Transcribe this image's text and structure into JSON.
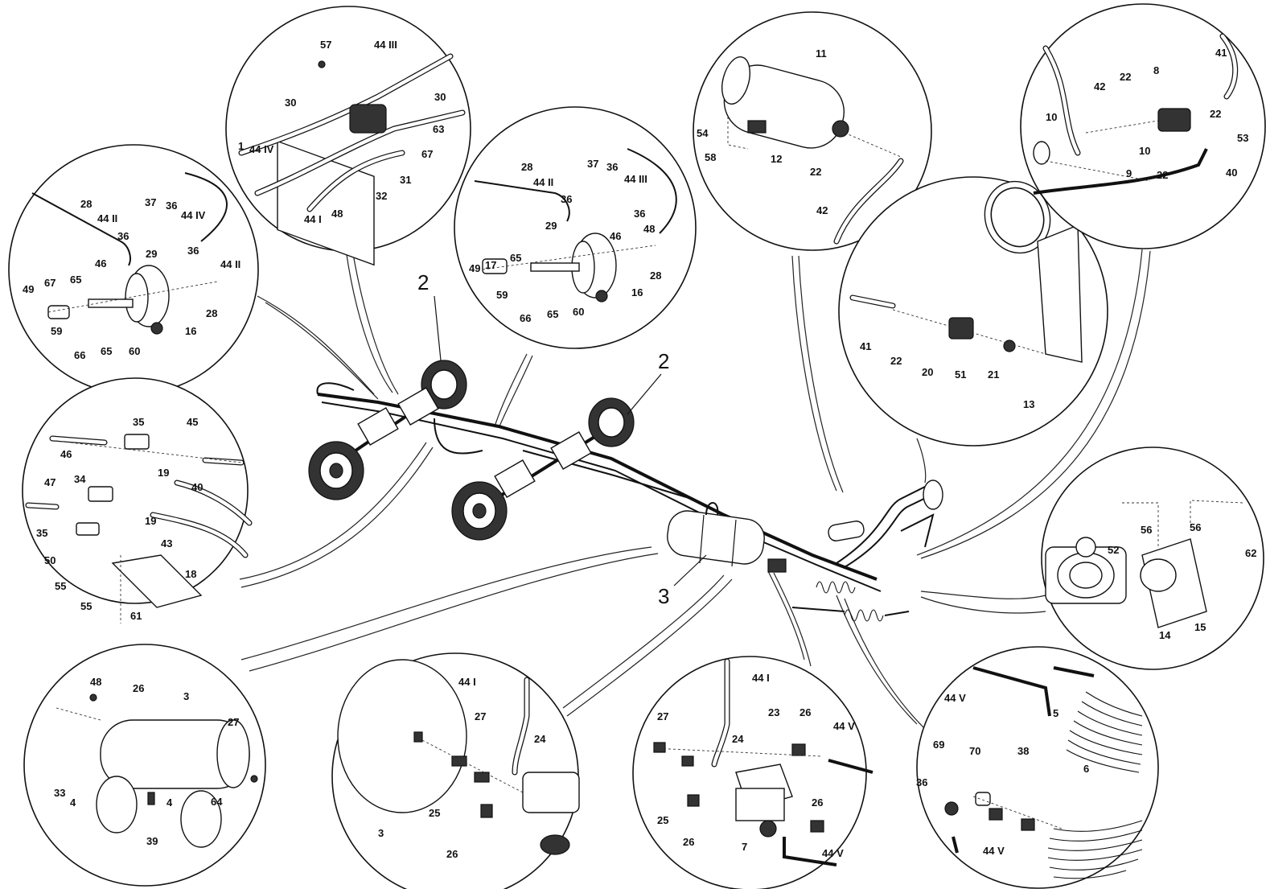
{
  "diagram": {
    "main_labels": [
      "2",
      "2",
      "3"
    ],
    "detail_views": [
      {
        "id": "brake-valve-top",
        "callouts": [
          "57",
          "44 III",
          "30",
          "63",
          "67",
          "31",
          "32",
          "48",
          "44 I",
          "44 IV",
          "30",
          "1"
        ]
      },
      {
        "id": "brake-chamber-left",
        "callouts": [
          "28",
          "37",
          "36",
          "44 IV",
          "44 II",
          "36",
          "36",
          "44 II",
          "46",
          "29",
          "49",
          "67",
          "65",
          "59",
          "66",
          "65",
          "60",
          "16",
          "28"
        ]
      },
      {
        "id": "brake-chamber-middle",
        "callouts": [
          "28",
          "37",
          "36",
          "44 III",
          "44 II",
          "36",
          "36",
          "46",
          "29",
          "48",
          "49",
          "17",
          "65",
          "59",
          "66",
          "65",
          "60",
          "16",
          "28"
        ]
      },
      {
        "id": "tee-fittings",
        "callouts": [
          "35",
          "45",
          "46",
          "19",
          "34",
          "40",
          "47",
          "35",
          "19",
          "43",
          "50",
          "55",
          "18",
          "55",
          "61"
        ]
      },
      {
        "id": "filter",
        "callouts": [
          "11",
          "54",
          "58",
          "12",
          "22",
          "42"
        ]
      },
      {
        "id": "coupling-head-bracket",
        "callouts": [
          "41",
          "22",
          "20",
          "51",
          "21",
          "13"
        ]
      },
      {
        "id": "chain-and-hoses",
        "callouts": [
          "41",
          "42",
          "22",
          "8",
          "10",
          "22",
          "10",
          "53",
          "9",
          "22",
          "40"
        ]
      },
      {
        "id": "coupling-heads",
        "callouts": [
          "52",
          "56",
          "56",
          "62",
          "14",
          "15"
        ]
      },
      {
        "id": "air-tank",
        "callouts": [
          "48",
          "26",
          "3",
          "27",
          "33",
          "4",
          "39",
          "4",
          "64"
        ]
      },
      {
        "id": "tank-outlet",
        "callouts": [
          "44 I",
          "27",
          "24",
          "3",
          "25",
          "26"
        ]
      },
      {
        "id": "relay-valve",
        "callouts": [
          "44 I",
          "23",
          "26",
          "27",
          "24",
          "44 V",
          "25",
          "26",
          "26",
          "7",
          "44 V"
        ]
      },
      {
        "id": "spiral-hoses",
        "callouts": [
          "44 V",
          "5",
          "69",
          "70",
          "38",
          "6",
          "36",
          "44 V"
        ]
      }
    ]
  }
}
